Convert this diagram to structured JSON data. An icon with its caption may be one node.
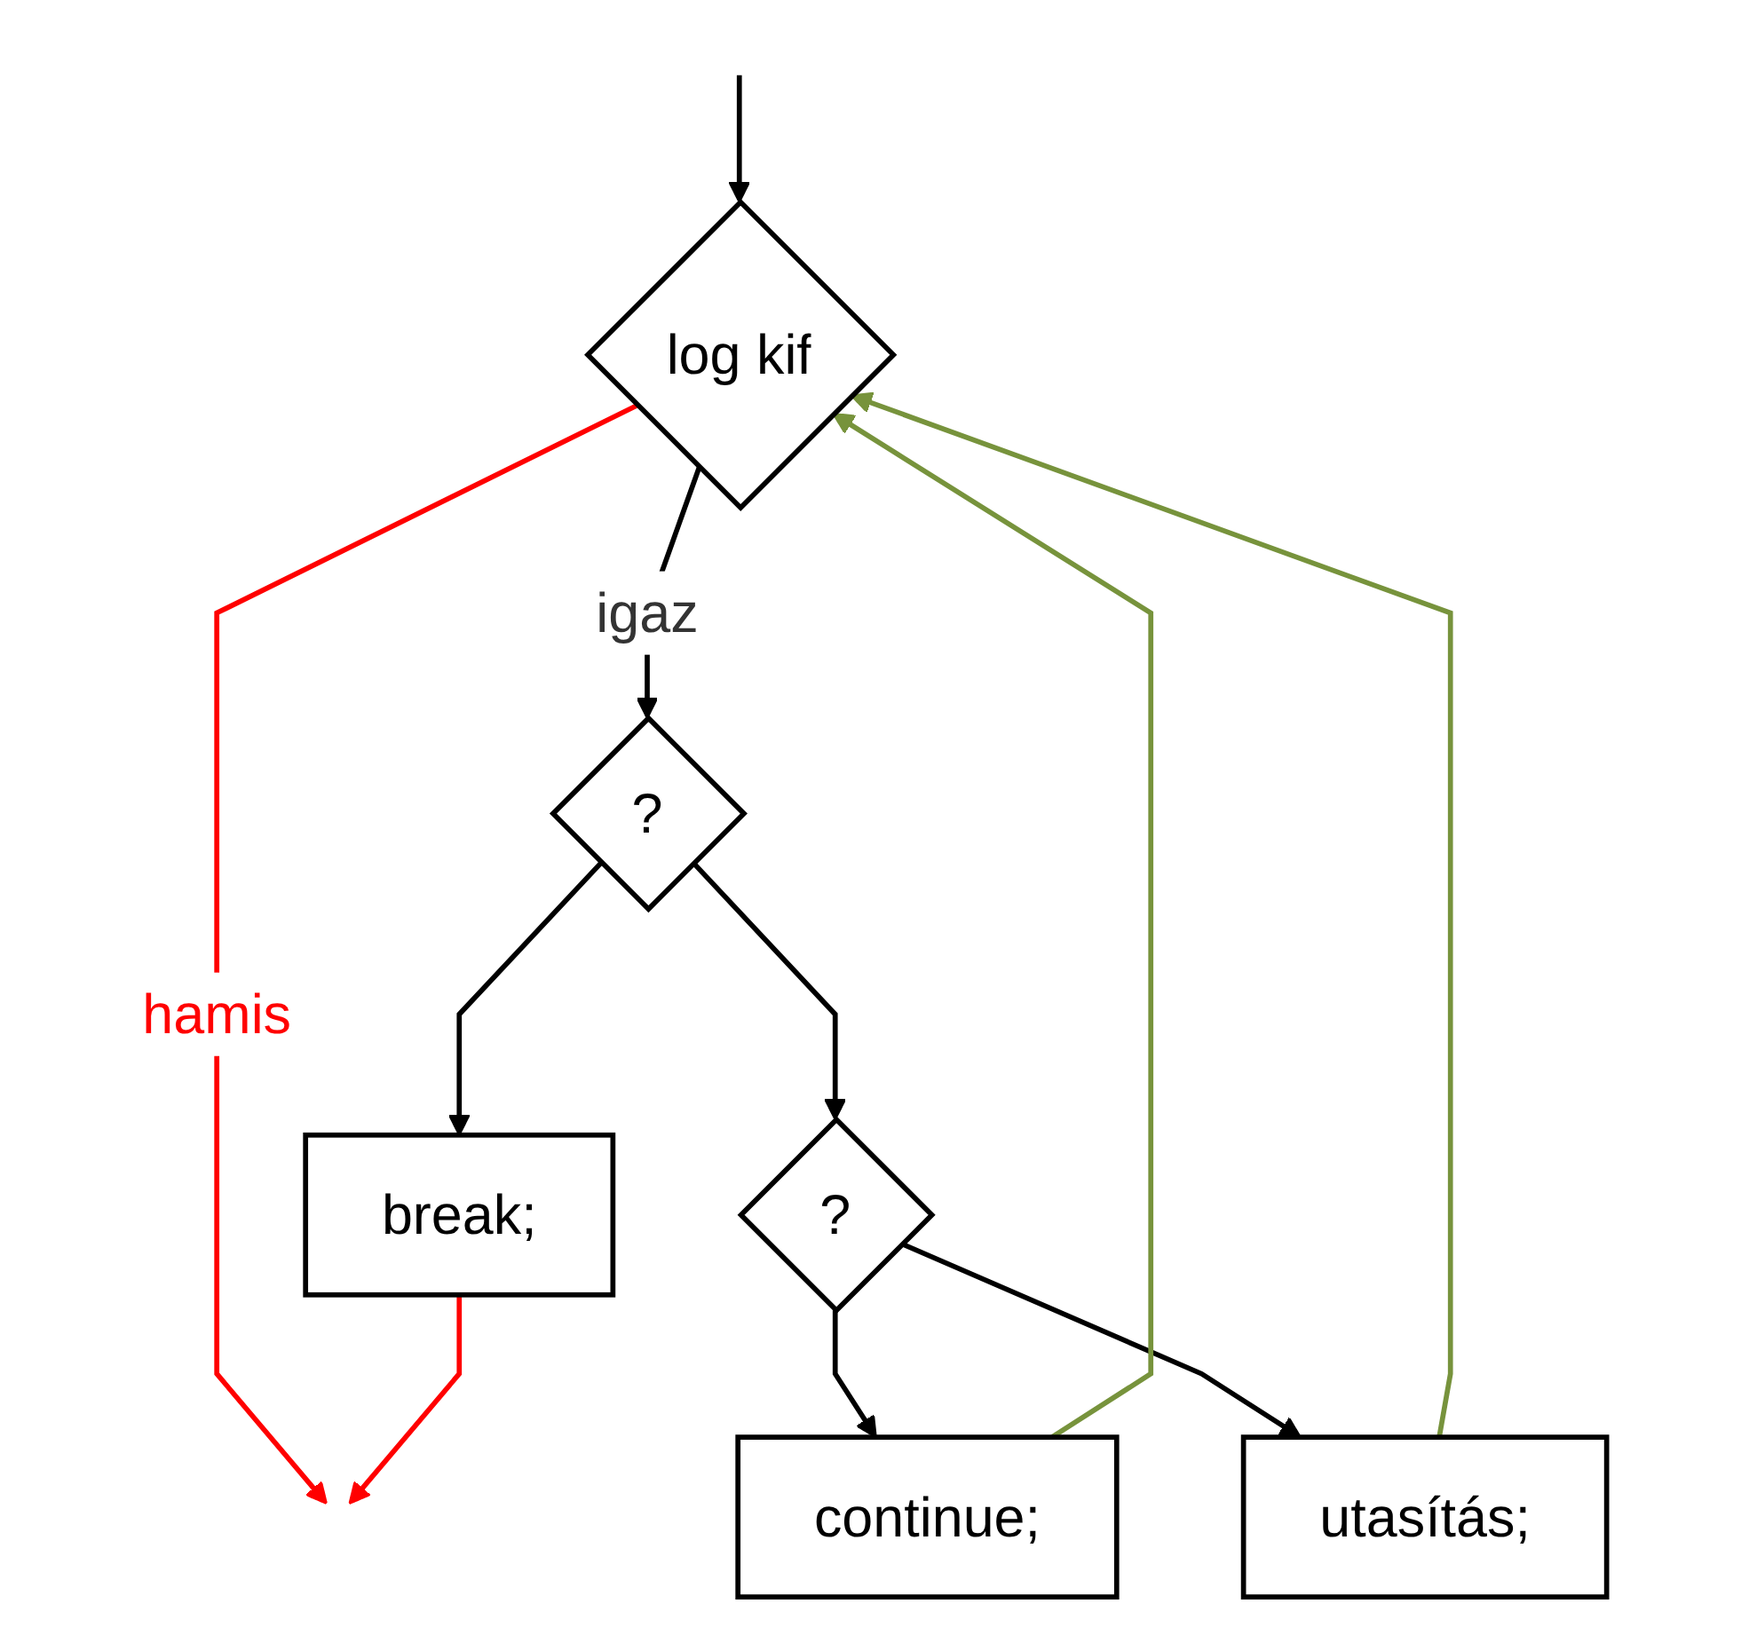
{
  "diagram": {
    "nodes": [
      {
        "text": [
          "log kif"
        ]
      },
      {
        "text": [
          "?"
        ]
      },
      {
        "text": [
          "break;"
        ]
      },
      {
        "text": [
          "?"
        ]
      },
      {
        "text": [
          "continue;"
        ]
      },
      {
        "text": [
          "utasítás;"
        ]
      }
    ],
    "edges": [
      {
        "from": null,
        "to": 0,
        "arrow": "to"
      },
      {
        "from": 0,
        "to": 1,
        "arrow": "to",
        "label": "igaz"
      },
      {
        "from": 0,
        "to": null,
        "arrow": "to",
        "label": "hamis",
        "color": "#ff0000"
      },
      {
        "from": 1,
        "to": 2,
        "arrow": "to"
      },
      {
        "from": 1,
        "to": 3,
        "arrow": "to"
      },
      {
        "from": 2,
        "to": null,
        "arrow": "to",
        "color": "#ff0000"
      },
      {
        "from": 3,
        "to": 4,
        "arrow": "to"
      },
      {
        "from": 3,
        "to": 5,
        "arrow": "to"
      },
      {
        "from": 4,
        "to": 0,
        "arrow": "to",
        "color": "#77933c"
      },
      {
        "from": 5,
        "to": 0,
        "arrow": "to",
        "color": "#77933c"
      }
    ]
  }
}
